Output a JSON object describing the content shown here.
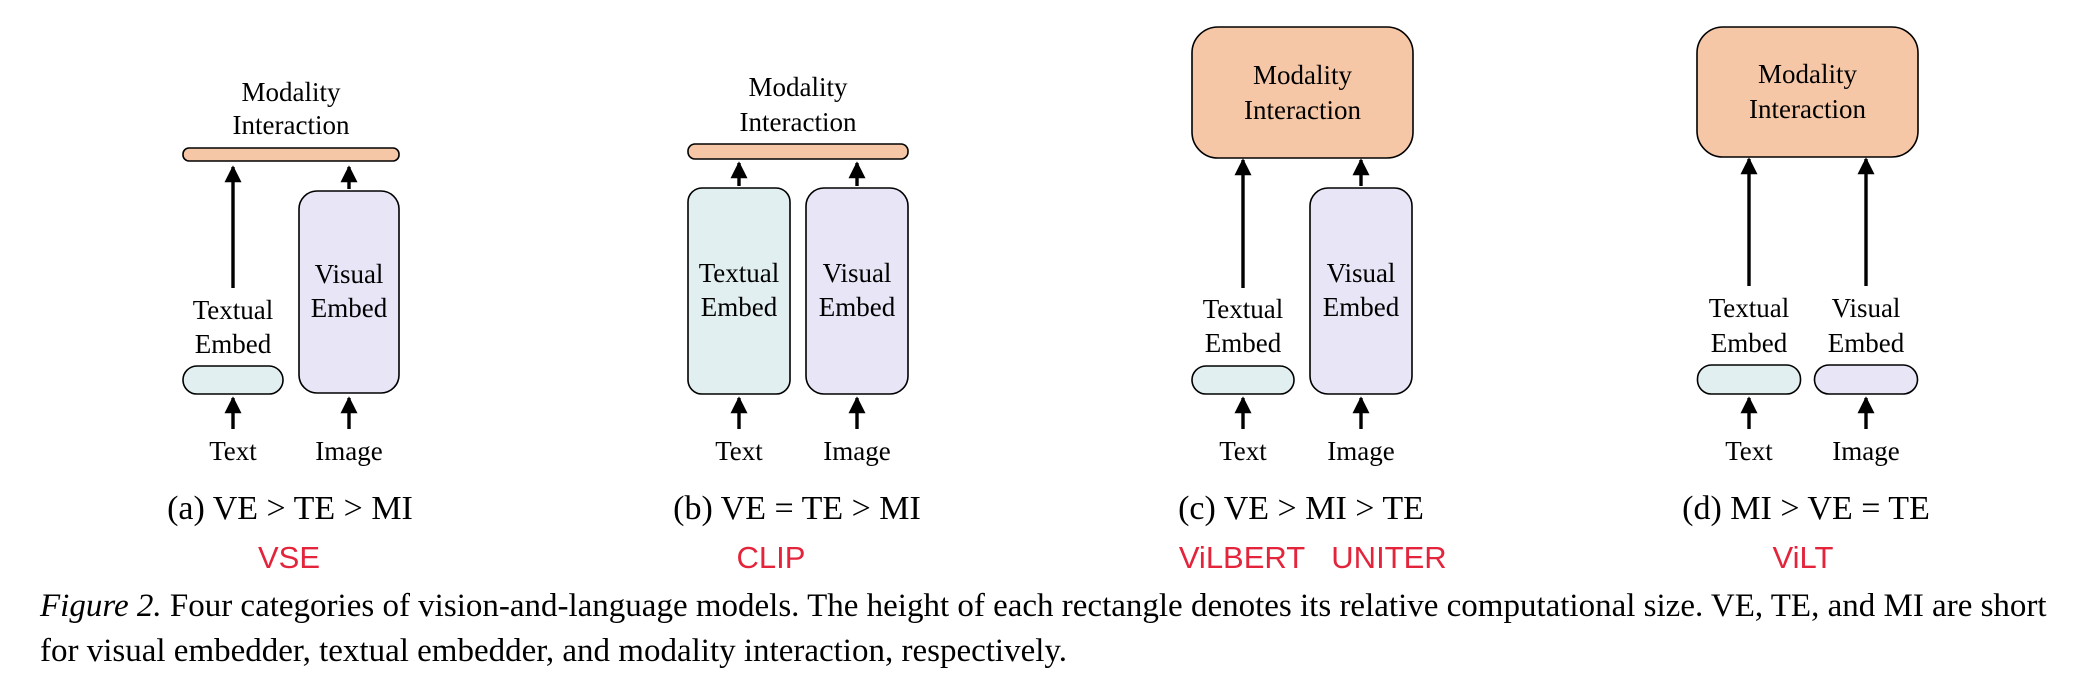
{
  "panels": [
    {
      "id": "a",
      "inputs": {
        "text": "Text",
        "image": "Image"
      },
      "textual_embed": [
        "Textual",
        "Embed"
      ],
      "visual_embed": [
        "Visual",
        "Embed"
      ],
      "modality_interaction": [
        "Modality",
        "Interaction"
      ],
      "caption": "(a) VE > TE > MI",
      "models": [
        "VSE"
      ]
    },
    {
      "id": "b",
      "inputs": {
        "text": "Text",
        "image": "Image"
      },
      "textual_embed": [
        "Textual",
        "Embed"
      ],
      "visual_embed": [
        "Visual",
        "Embed"
      ],
      "modality_interaction": [
        "Modality",
        "Interaction"
      ],
      "caption": "(b) VE = TE > MI",
      "models": [
        "CLIP"
      ]
    },
    {
      "id": "c",
      "inputs": {
        "text": "Text",
        "image": "Image"
      },
      "textual_embed": [
        "Textual",
        "Embed"
      ],
      "visual_embed": [
        "Visual",
        "Embed"
      ],
      "modality_interaction": [
        "Modality",
        "Interaction"
      ],
      "caption": "(c) VE > MI > TE",
      "models": [
        "ViLBERT",
        "UNITER"
      ]
    },
    {
      "id": "d",
      "inputs": {
        "text": "Text",
        "image": "Image"
      },
      "textual_embed": [
        "Textual",
        "Embed"
      ],
      "visual_embed": [
        "Visual",
        "Embed"
      ],
      "modality_interaction": [
        "Modality",
        "Interaction"
      ],
      "caption": "(d) MI > VE = TE",
      "models": [
        "ViLT"
      ]
    }
  ],
  "colors": {
    "textual": "#e1eff0",
    "visual": "#e8e5f6",
    "interaction": "#f6c7a6",
    "stroke": "#000000",
    "model_label": "#e3243b"
  },
  "figure_caption": {
    "label": "Figure 2.",
    "text": " Four categories of vision-and-language models. The height of each rectangle denotes its relative computational size. VE, TE, and MI are short for visual embedder, textual embedder, and modality interaction, respectively."
  }
}
